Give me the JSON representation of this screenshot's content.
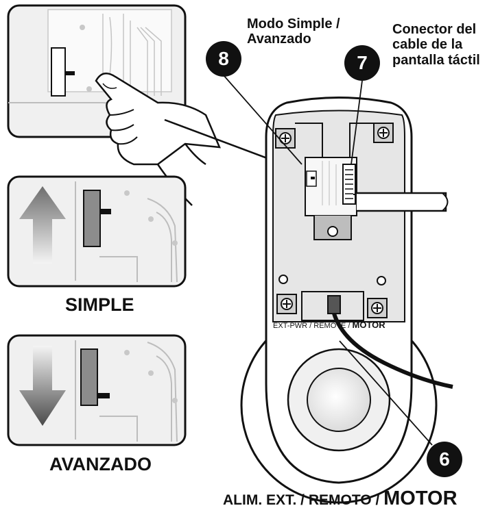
{
  "labels": {
    "mode_title": "Modo Simple / Avanzado",
    "mode_title_line1": "Modo Simple /",
    "mode_title_line2": "Avanzado",
    "connector_line1": "Conector del",
    "connector_line2": "cable de la",
    "connector_line3": "pantalla táctil",
    "simple": "SIMPLE",
    "advanced": "AVANZADO",
    "port_small_prefix": "EXT-PWR / REMOTE /",
    "port_small_motor": "MOTOR",
    "bottom_prefix": "ALIM. EXT. / REMOTO /",
    "bottom_motor": "MOTOR"
  },
  "callouts": {
    "mode_switch": "8",
    "touch_connector": "7",
    "motor_port": "6"
  },
  "colors": {
    "callout_bg": "#111111",
    "line": "#111111",
    "panel_gray": "#e6e6e6",
    "switch_gray": "#8c8c8c"
  }
}
